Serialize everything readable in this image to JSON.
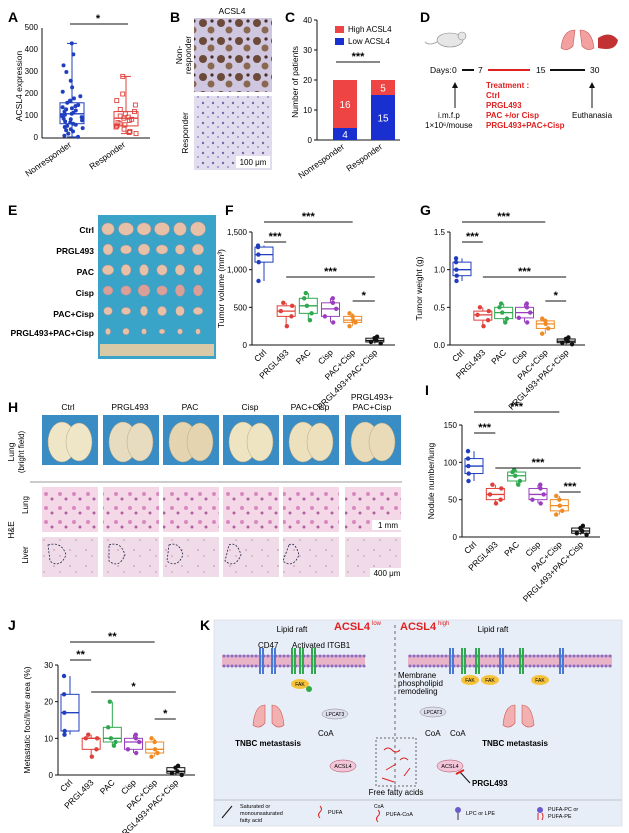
{
  "panels": {
    "A": "A",
    "B": "B",
    "C": "C",
    "D": "D",
    "E": "E",
    "F": "F",
    "G": "G",
    "H": "H",
    "I": "I",
    "J": "J",
    "K": "K"
  },
  "panel_A": {
    "ylabel": "ACSL4 expression",
    "yticks": [
      "0",
      "100",
      "200",
      "300",
      "400",
      "500"
    ],
    "groups": [
      "Nonresponder",
      "Responder"
    ],
    "sig": "*",
    "colors": [
      "#1f3fbf",
      "#e0403a"
    ]
  },
  "panel_B": {
    "title": "ACSL4",
    "rows": [
      "Non-\nresponder",
      "Responder"
    ],
    "row1": "Non-",
    "row1b": "responder",
    "row2": "Responder",
    "scale": "100 μm"
  },
  "panel_C": {
    "ylabel": "Number of patients",
    "yticks": [
      "0",
      "10",
      "20",
      "30",
      "40"
    ],
    "legend": [
      "High ACSL4",
      "Low ACSL4"
    ],
    "sig": "***",
    "groups": [
      "Nonresponder",
      "Responder"
    ]
  },
  "panel_D": {
    "days_label": "Days:",
    "days": [
      "0",
      "7",
      "15",
      "30"
    ],
    "injection": "i.m.f.p",
    "cells": "1×10⁶/mouse",
    "treatment_title": "Treatment :",
    "treatments": [
      "Ctrl",
      "PRGL493",
      "PAC +/or Cisp",
      "PRGL493+PAC+Cisp"
    ],
    "euthanasia": "Euthanasia"
  },
  "panel_E": {
    "rows": [
      "Ctrl",
      "PRGL493",
      "PAC",
      "Cisp",
      "PAC+Cisp",
      "PRGL493+PAC+Cisp"
    ]
  },
  "groups6": [
    "Ctrl",
    "PRGL493",
    "PAC",
    "Cisp",
    "PAC+Cisp",
    "PRGL493+PAC+Cisp"
  ],
  "group_colors": [
    "#1f3fbf",
    "#e0403a",
    "#2fa84f",
    "#9b3fbf",
    "#f08a24",
    "#111111"
  ],
  "panel_H": {
    "cols": [
      "Ctrl",
      "PRGL493",
      "PAC",
      "Cisp",
      "PAC+Cisp",
      "PRGL493+\nPAC+Cisp"
    ],
    "col6a": "PRGL493+",
    "col6b": "PAC+Cisp",
    "row1a": "Lung",
    "row1b": "(bright field)",
    "he": "H&E",
    "lung": "Lung",
    "liver": "Liver",
    "scale1": "1 mm",
    "scale2": "400 μm"
  },
  "panel_K": {
    "left_title": "ACSL4",
    "left_sup": "low",
    "right_title": "ACSL4",
    "right_sup": "high",
    "raft": "Lipid raft",
    "cd47": "CD47",
    "itgb1": "Activated ITGB1",
    "membrane": "Membrane\nphospholipid\nremodeling",
    "mem1": "Membrane",
    "mem2": "phospholipid",
    "mem3": "remodeling",
    "fak": "FAK",
    "p": "P",
    "lpcat3": "LPCAT3",
    "coa": "CoA",
    "acsl4": "ACSL4",
    "tnbc": "TNBC metastasis",
    "ffa": "Free fatty acids",
    "prgl": "PRGL493",
    "legend": [
      "Saturated or monounsaturated fatty acid",
      "PUFA",
      "PUFA-CoA",
      "LPC or LPE",
      "PUFA-PC or PUFA-PE"
    ],
    "leg1a": "Saturated or",
    "leg1b": "monounsaturated",
    "leg1c": "fatty acid",
    "leg5a": "PUFA-PC or",
    "leg5b": "PUFA-PE"
  },
  "chart_data": [
    {
      "panel": "A",
      "type": "box",
      "ylabel": "ACSL4 expression",
      "ylim": [
        0,
        500
      ],
      "series": [
        {
          "name": "Nonresponder",
          "values": [
            430,
            380,
            330,
            300,
            260,
            230,
            210,
            190,
            180,
            170,
            160,
            150,
            145,
            140,
            135,
            130,
            125,
            120,
            115,
            110,
            105,
            100,
            95,
            90,
            88,
            85,
            80,
            75,
            70,
            65,
            60,
            55,
            50,
            45,
            40,
            35,
            30,
            20,
            10,
            5
          ],
          "q1": 65,
          "median": 110,
          "q3": 160,
          "whisker": [
            5,
            430
          ]
        },
        {
          "name": "Responder",
          "values": [
            280,
            200,
            170,
            150,
            130,
            120,
            110,
            100,
            95,
            90,
            85,
            80,
            70,
            65,
            60,
            55,
            50,
            40,
            30,
            25,
            20
          ],
          "q1": 55,
          "median": 90,
          "q3": 120,
          "whisker": [
            20,
            280
          ]
        }
      ]
    },
    {
      "panel": "C",
      "type": "bar",
      "ylabel": "Number of patients",
      "ylim": [
        0,
        40
      ],
      "categories": [
        "Nonresponder",
        "Responder"
      ],
      "series": [
        {
          "name": "Low ACSL4",
          "values": [
            4,
            15
          ]
        },
        {
          "name": "High ACSL4",
          "values": [
            16,
            5
          ]
        }
      ],
      "data_labels": [
        "16",
        "4",
        "5",
        "15"
      ]
    },
    {
      "panel": "F",
      "type": "box",
      "ylabel": "Tumor volume (mm³)",
      "ylim": [
        0,
        1500
      ],
      "yticks": [
        "0",
        "500",
        "1,000",
        "1,500"
      ],
      "categories": [
        "Ctrl",
        "PRGL493",
        "PAC",
        "Cisp",
        "PAC+Cisp",
        "PRGL493+PAC+Cisp"
      ],
      "medians": [
        1200,
        450,
        520,
        480,
        330,
        60
      ],
      "q1": [
        1100,
        380,
        420,
        380,
        300,
        40
      ],
      "q3": [
        1300,
        520,
        620,
        560,
        380,
        90
      ],
      "min": [
        850,
        250,
        330,
        300,
        250,
        20
      ],
      "max": [
        1320,
        560,
        690,
        620,
        420,
        110
      ],
      "sig": [
        {
          "pair": "Ctrl-PRGL493",
          "label": "***"
        },
        {
          "pair": "Ctrl-PAC+Cisp",
          "label": "***"
        },
        {
          "pair": "PRGL493-PRGL493+PAC+Cisp",
          "label": "***"
        },
        {
          "pair": "PAC+Cisp-PRGL493+PAC+Cisp",
          "label": "*"
        }
      ]
    },
    {
      "panel": "G",
      "type": "box",
      "ylabel": "Tumor weight (g)",
      "ylim": [
        0,
        1.5
      ],
      "yticks": [
        "0.0",
        "0.5",
        "1.0",
        "1.5"
      ],
      "categories": [
        "Ctrl",
        "PRGL493",
        "PAC",
        "Cisp",
        "PAC+Cisp",
        "PRGL493+PAC+Cisp"
      ],
      "medians": [
        1.0,
        0.4,
        0.43,
        0.43,
        0.28,
        0.05
      ],
      "q1": [
        0.92,
        0.33,
        0.35,
        0.36,
        0.22,
        0.03
      ],
      "q3": [
        1.1,
        0.45,
        0.5,
        0.5,
        0.32,
        0.08
      ],
      "min": [
        0.85,
        0.25,
        0.3,
        0.3,
        0.15,
        0.01
      ],
      "max": [
        1.15,
        0.5,
        0.55,
        0.55,
        0.35,
        0.1
      ],
      "sig": [
        {
          "pair": "Ctrl-PRGL493",
          "label": "***"
        },
        {
          "pair": "Ctrl-PAC+Cisp",
          "label": "***"
        },
        {
          "pair": "PRGL493-PRGL493+PAC+Cisp",
          "label": "***"
        },
        {
          "pair": "PAC+Cisp-PRGL493+PAC+Cisp",
          "label": "*"
        }
      ]
    },
    {
      "panel": "I",
      "type": "box",
      "ylabel": "Nodule number/lung",
      "ylim": [
        0,
        150
      ],
      "yticks": [
        "0",
        "50",
        "100",
        "150"
      ],
      "categories": [
        "Ctrl",
        "PRGL493",
        "PAC",
        "Cisp",
        "PAC+Cisp",
        "PRGL493+PAC+Cisp"
      ],
      "medians": [
        95,
        57,
        82,
        57,
        42,
        8
      ],
      "q1": [
        85,
        50,
        75,
        50,
        35,
        5
      ],
      "q3": [
        105,
        65,
        87,
        65,
        50,
        12
      ],
      "min": [
        75,
        45,
        70,
        45,
        30,
        3
      ],
      "max": [
        115,
        70,
        90,
        70,
        55,
        15
      ],
      "sig": [
        {
          "pair": "Ctrl-PRGL493",
          "label": "***"
        },
        {
          "pair": "Ctrl-PAC+Cisp",
          "label": "***"
        },
        {
          "pair": "PRGL493-PRGL493+PAC+Cisp",
          "label": "***"
        },
        {
          "pair": "PAC+Cisp-PRGL493+PAC+Cisp",
          "label": "***"
        }
      ]
    },
    {
      "panel": "J",
      "type": "box",
      "ylabel": "Metastatic foci/liver area (%)",
      "ylim": [
        0,
        30
      ],
      "yticks": [
        "0",
        "10",
        "20",
        "30"
      ],
      "categories": [
        "Ctrl",
        "PRGL493",
        "PAC",
        "Cisp",
        "PAC+Cisp",
        "PRGL493+PAC+Cisp"
      ],
      "medians": [
        17,
        10,
        10,
        9,
        7,
        1
      ],
      "q1": [
        12,
        7,
        9,
        7,
        6,
        0.5
      ],
      "q3": [
        22,
        10,
        13,
        10,
        9,
        2
      ],
      "min": [
        11,
        5,
        8,
        6,
        5,
        0
      ],
      "max": [
        27,
        11,
        20,
        11,
        10,
        2.5
      ],
      "sig": [
        {
          "pair": "Ctrl-PRGL493",
          "label": "**"
        },
        {
          "pair": "Ctrl-PAC+Cisp",
          "label": "**"
        },
        {
          "pair": "PRGL493-PRGL493+PAC+Cisp",
          "label": "*"
        },
        {
          "pair": "PAC+Cisp-PRGL493+PAC+Cisp",
          "label": "*"
        }
      ]
    }
  ]
}
